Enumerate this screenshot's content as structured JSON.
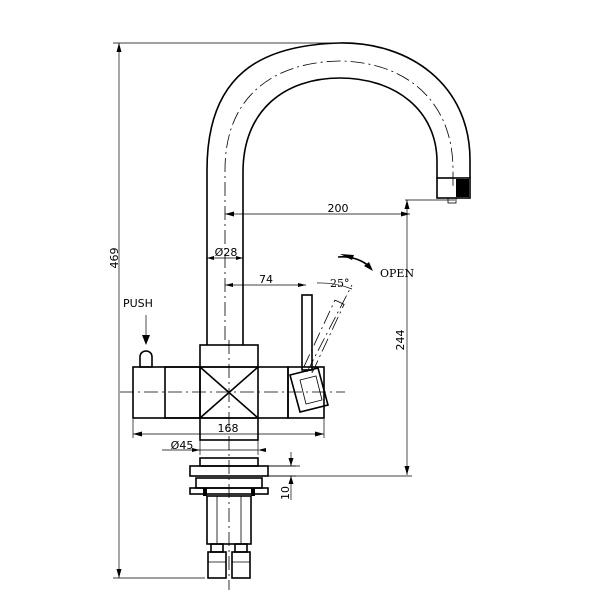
{
  "labels": {
    "push": "PUSH",
    "open": "OPEN",
    "angle": "25°"
  },
  "dimensions": {
    "overall_height": "469",
    "reach": "200",
    "diameter_spout": "Ø28",
    "handle_offset": "74",
    "spout_height": "244",
    "body_width": "168",
    "diameter_base": "Ø45",
    "deck_thickness": "10"
  }
}
